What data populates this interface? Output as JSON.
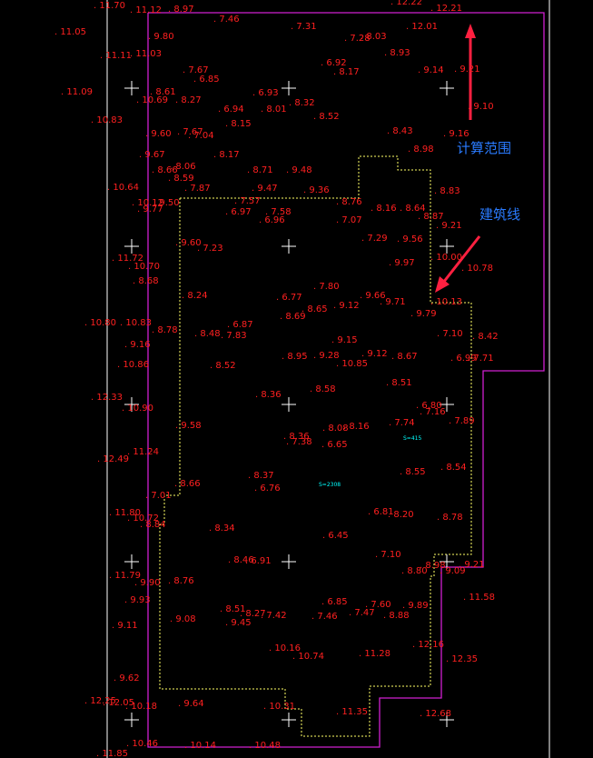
{
  "annotations": {
    "calc_range_label": "计算范围",
    "building_line_label": "建筑线"
  },
  "area_labels": [
    "S=415",
    "S=2308"
  ],
  "colors": {
    "background": "#000000",
    "boundary": "#d020d0",
    "building_line": "#ffff66",
    "elevation": "#ff2020",
    "annotation": "#2a7bff",
    "arrow": "#ff2040",
    "area": "#00ffff",
    "crosshair": "#ffffff"
  },
  "elevations": [
    "11.70",
    "11.12",
    "8.97",
    "7.46",
    "12.22",
    "12.21",
    "11.05",
    "9.80",
    "7.31",
    "7.28",
    "8.03",
    "12.01",
    "11.11",
    "11.03",
    "8.93",
    "7.67",
    "6.85",
    "6.92",
    "8.17",
    "9.14",
    "9.21",
    "11.09",
    "8.61",
    "8.27",
    "6.93",
    "8.32",
    "9.10",
    "10.83",
    "10.69",
    "6.94",
    "8.01",
    "8.52",
    "8.15",
    "9.60",
    "7.67",
    "7.04",
    "8.43",
    "9.16",
    "9.67",
    "8.17",
    "8.98",
    "8.66",
    "8.06",
    "8.59",
    "8.71",
    "9.48",
    "10.64",
    "7.87",
    "9.47",
    "9.36",
    "8.83",
    "10.12",
    "9.50",
    "9.77",
    "7.57",
    "8.76",
    "8.16",
    "8.64",
    "8.87",
    "6.97",
    "7.58",
    "6.96",
    "7.07",
    "9.21",
    "7.29",
    "9.56",
    "9.60",
    "7.23",
    "11.72",
    "10.00",
    "10.70",
    "9.97",
    "10.78",
    "8.68",
    "7.80",
    "8.24",
    "6.77",
    "9.66",
    "9.71",
    "10.13",
    "8.65",
    "9.12",
    "8.69",
    "9.79",
    "10.80",
    "10.83",
    "6.87",
    "8.78",
    "8.48",
    "7.83",
    "7.10",
    "8.42",
    "9.16",
    "9.15",
    "10.86",
    "8.52",
    "8.95",
    "9.28",
    "9.12",
    "8.67",
    "10.85",
    "6.99",
    "7.71",
    "8.51",
    "12.33",
    "10.90",
    "8.36",
    "8.58",
    "6.80",
    "7.16",
    "8.08",
    "8.16",
    "7.74",
    "7.89",
    "9.58",
    "8.36",
    "7.38",
    "6.65",
    "11.24",
    "12.49",
    "8.55",
    "8.54",
    "8.37",
    "8.66",
    "6.76",
    "7.01",
    "6.81",
    "8.20",
    "11.80",
    "10.72",
    "8.84",
    "8.78",
    "8.34",
    "6.45",
    "7.10",
    "8.46",
    "6.91",
    "8.98",
    "8.80",
    "9.21",
    "11.79",
    "8.76",
    "9.09",
    "9.90",
    "11.58",
    "9.93",
    "6.85",
    "7.60",
    "9.89",
    "8.51",
    "8.27",
    "7.42",
    "7.46",
    "7.47",
    "8.88",
    "9.11",
    "9.08",
    "9.45",
    "10.16",
    "10.74",
    "11.28",
    "12.16",
    "12.35",
    "9.62",
    "12.25",
    "12.05",
    "10.18",
    "9.64",
    "10.31",
    "11.35",
    "12.68",
    "10.46",
    "10.14",
    "10.48",
    "11.85"
  ]
}
